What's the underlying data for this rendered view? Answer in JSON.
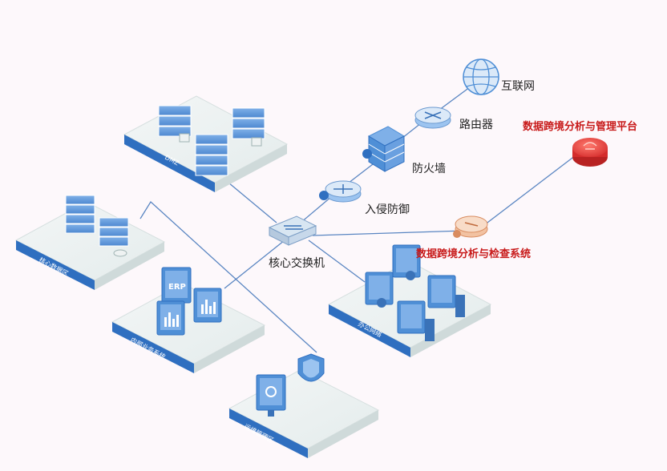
{
  "labels": {
    "internet": "互联网",
    "router": "路由器",
    "firewall": "防火墙",
    "ids": "入侵防御",
    "core_switch": "核心交换机",
    "mgmt_platform": "数据跨境分析与管理平台",
    "inspect_system": "数据跨境分析与检查系统"
  },
  "zones": {
    "dmz": "DMZ",
    "core_db": "核心数据区",
    "biz": "内部业务系统",
    "office": "办公网络",
    "ops": "运维管理区"
  },
  "icons": {
    "erp": "ERP"
  },
  "colors": {
    "zone_band": "#2f6fc0",
    "device_blue": "#4f8fd6",
    "platform_red": "#e04040",
    "inspect_orange": "#e8a27a",
    "line": "#5a86c2"
  }
}
